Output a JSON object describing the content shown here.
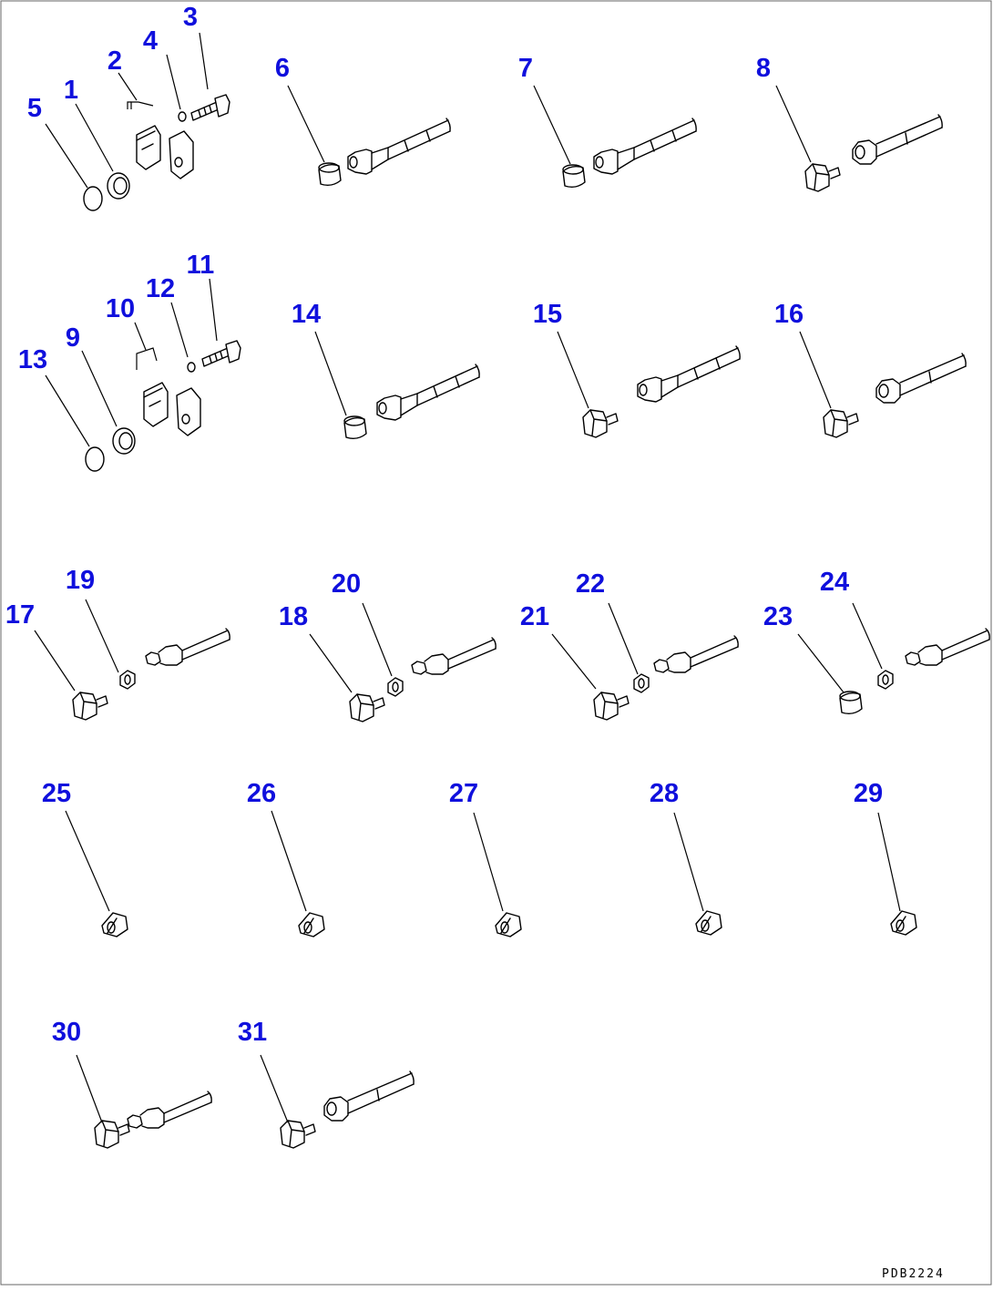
{
  "diagram": {
    "colors": {
      "callout": "#1010dd",
      "line": "#000000",
      "frame": "#666666",
      "background": "#ffffff"
    },
    "drawing_code": "PDB2224",
    "callouts": [
      "1",
      "2",
      "3",
      "4",
      "5",
      "6",
      "7",
      "8",
      "9",
      "10",
      "11",
      "12",
      "13",
      "14",
      "15",
      "16",
      "17",
      "18",
      "19",
      "20",
      "21",
      "22",
      "23",
      "24",
      "25",
      "26",
      "27",
      "28",
      "29",
      "30",
      "31"
    ]
  }
}
